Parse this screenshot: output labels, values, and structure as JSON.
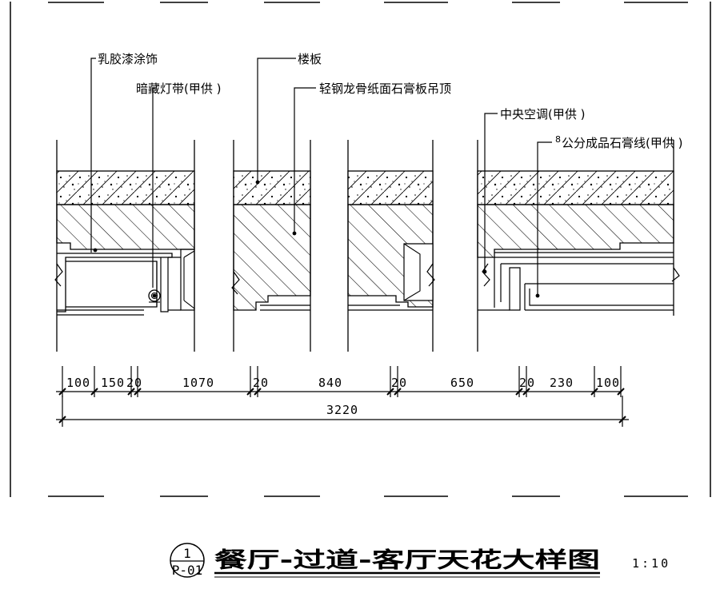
{
  "annotations": {
    "latex_paint": "乳胶漆涂饰",
    "hidden_light": "暗藏灯带(甲供 )",
    "floor_slab": "楼板",
    "gypsum_ceiling": "轻钢龙骨纸面石膏板吊顶",
    "central_ac": "中央空调(甲供 )",
    "gypsum_line_num": "8",
    "gypsum_line": "公分成品石膏线(甲供 )"
  },
  "dimensions": {
    "d1": "100",
    "d2": "150",
    "d3": "20",
    "d4": "1070",
    "d5": "20",
    "d6": "840",
    "d7": "20",
    "d8": "650",
    "d9": "20",
    "d10": "230",
    "d11": "100",
    "total": "3220"
  },
  "title_block": {
    "detail_no": "1",
    "sheet_no": "P-01",
    "title": "餐厅-过道-客厅天花大样图",
    "scale": "1:10"
  }
}
